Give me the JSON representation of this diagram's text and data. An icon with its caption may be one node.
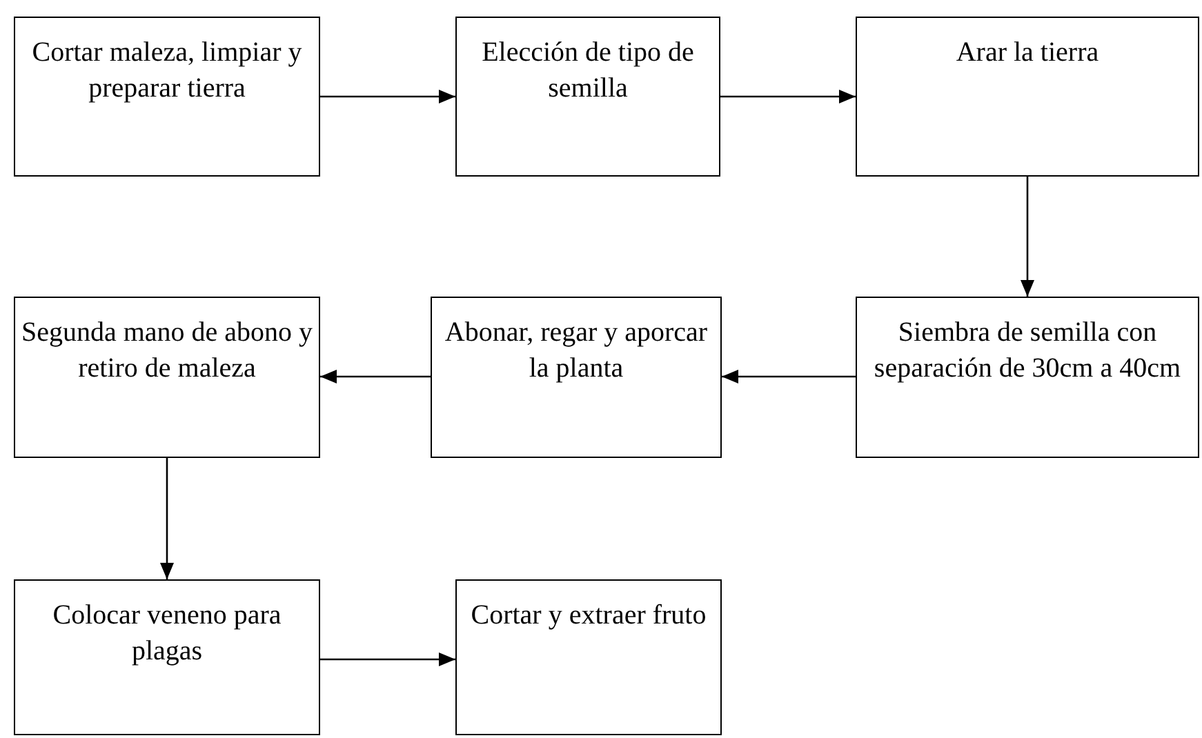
{
  "diagram": {
    "nodes": [
      {
        "text": [
          "Cortar maleza, limpiar y preparar tierra"
        ]
      },
      {
        "text": [
          "Elección de tipo de semilla"
        ]
      },
      {
        "text": [
          "Arar la tierra"
        ]
      },
      {
        "text": [
          "Siembra de semilla con separación de 30cm a 40cm"
        ]
      },
      {
        "text": [
          "Abonar, regar y aporcar la planta"
        ]
      },
      {
        "text": [
          "Segunda mano de abono y retiro de maleza"
        ]
      },
      {
        "text": [
          "Colocar veneno para plagas"
        ]
      },
      {
        "text": [
          "Cortar y extraer fruto"
        ]
      }
    ],
    "edges": [
      {
        "from": 0,
        "to": 1,
        "arrow": "to"
      },
      {
        "from": 1,
        "to": 2,
        "arrow": "to"
      },
      {
        "from": 2,
        "to": 3,
        "arrow": "to"
      },
      {
        "from": 3,
        "to": 4,
        "arrow": "to"
      },
      {
        "from": 4,
        "to": 5,
        "arrow": "to"
      },
      {
        "from": 5,
        "to": 6,
        "arrow": "to"
      },
      {
        "from": 6,
        "to": 7,
        "arrow": "to"
      }
    ]
  }
}
